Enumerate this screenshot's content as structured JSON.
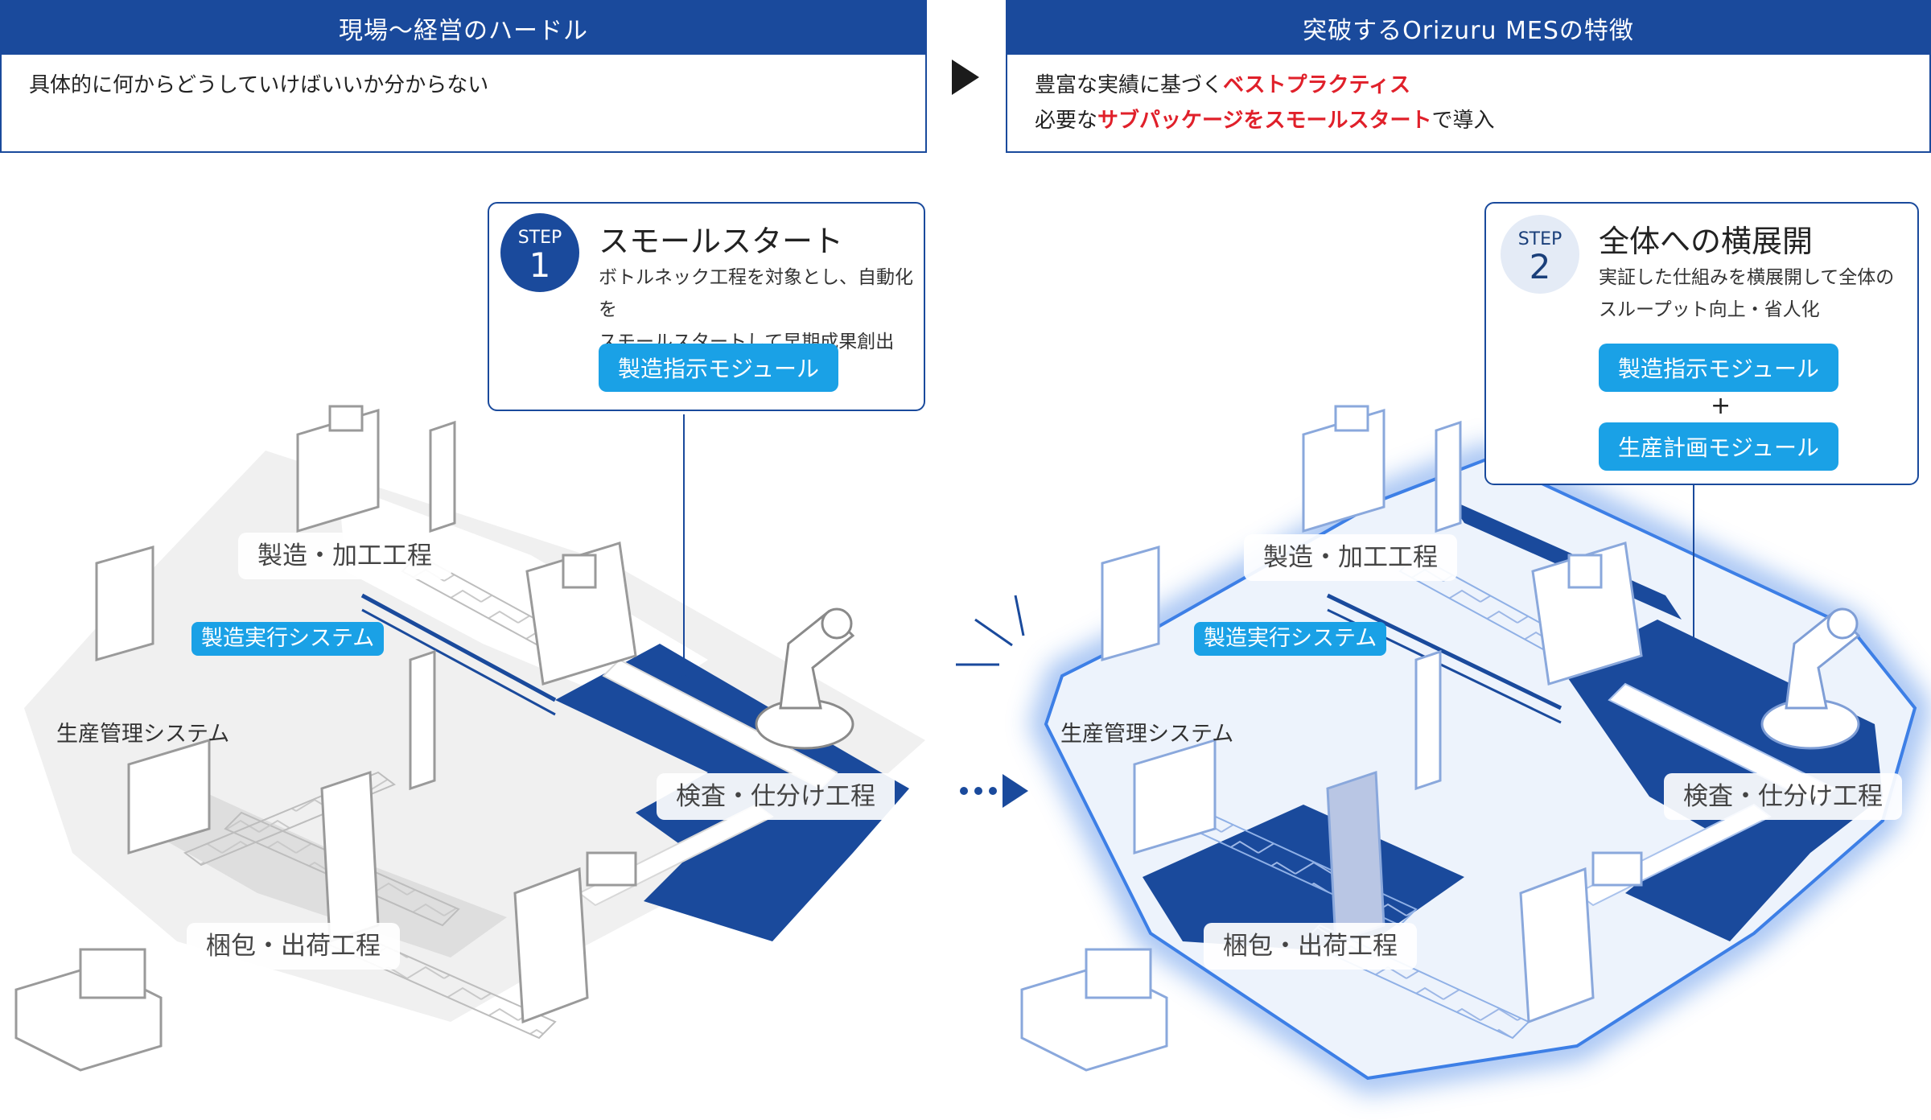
{
  "left_panel": {
    "title": "現場〜経営のハードル",
    "body": "具体的に何からどうしていけばいいか分からない"
  },
  "right_panel": {
    "title": "突破するOrizuru MESの特徴",
    "line1_pre": "豊富な実績に基づく",
    "line1_hl": "ベストプラクティス",
    "line2_pre": "必要な",
    "line2_hl": "サブパッケージをスモールスタート",
    "line2_post": "で導入"
  },
  "step1": {
    "badge_label": "STEP",
    "badge_num": "1",
    "title": "スモールスタート",
    "desc_line1": "ボトルネック工程を対象とし、自動化を",
    "desc_line2": "スモールスタートして早期成果創出",
    "module": "製造指示モジュール"
  },
  "step2": {
    "badge_label": "STEP",
    "badge_num": "2",
    "title": "全体への横展開",
    "desc_line1": "実証した仕組みを横展開して全体の",
    "desc_line2": "スループット向上・省人化",
    "module1": "製造指示モジュール",
    "plus": "+",
    "module2": "生産計画モジュール"
  },
  "factory_labels": {
    "manufacturing": "製造・加工工程",
    "mes": "製造実行システム",
    "production_mgmt": "生産管理システム",
    "inspection": "検査・仕分け工程",
    "packing": "梱包・出荷工程"
  },
  "colors": {
    "navy": "#1a4a9c",
    "cyan": "#1aa1e6",
    "highlight_red": "#e0202a",
    "glow_blue": "#3d7fe6"
  },
  "icons": [
    "triangle-right-arrow-icon",
    "dotted-arrow-icon",
    "burst-lines-icon"
  ]
}
